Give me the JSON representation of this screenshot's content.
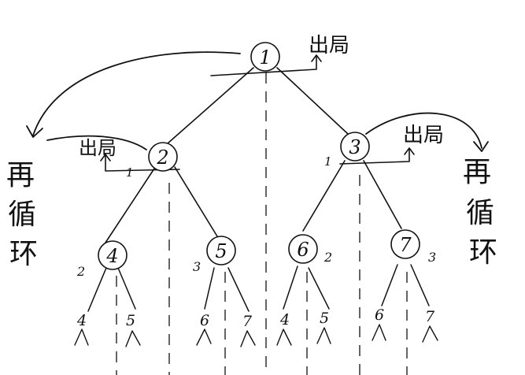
{
  "nodes": {
    "n1": "1",
    "n2": "2",
    "n3": "3",
    "n4": "4",
    "n5": "5",
    "n6": "6",
    "n7": "7"
  },
  "exit_labels": {
    "top": "出局",
    "left": "出局",
    "right": "出局"
  },
  "loop_labels": {
    "left": [
      "再",
      "循",
      "环"
    ],
    "right": [
      "再",
      "循",
      "环"
    ]
  },
  "edge_labels": {
    "n2_left": "1",
    "n3_left": "1",
    "n4_left": "2",
    "n5_left": "3",
    "n6_right": "2",
    "n7_right": "3"
  },
  "leaf_labels": {
    "under_4": [
      "4",
      "5"
    ],
    "under_5": [
      "6",
      "7"
    ],
    "under_6": [
      "4",
      "5"
    ],
    "under_7": [
      "6",
      "7"
    ]
  }
}
